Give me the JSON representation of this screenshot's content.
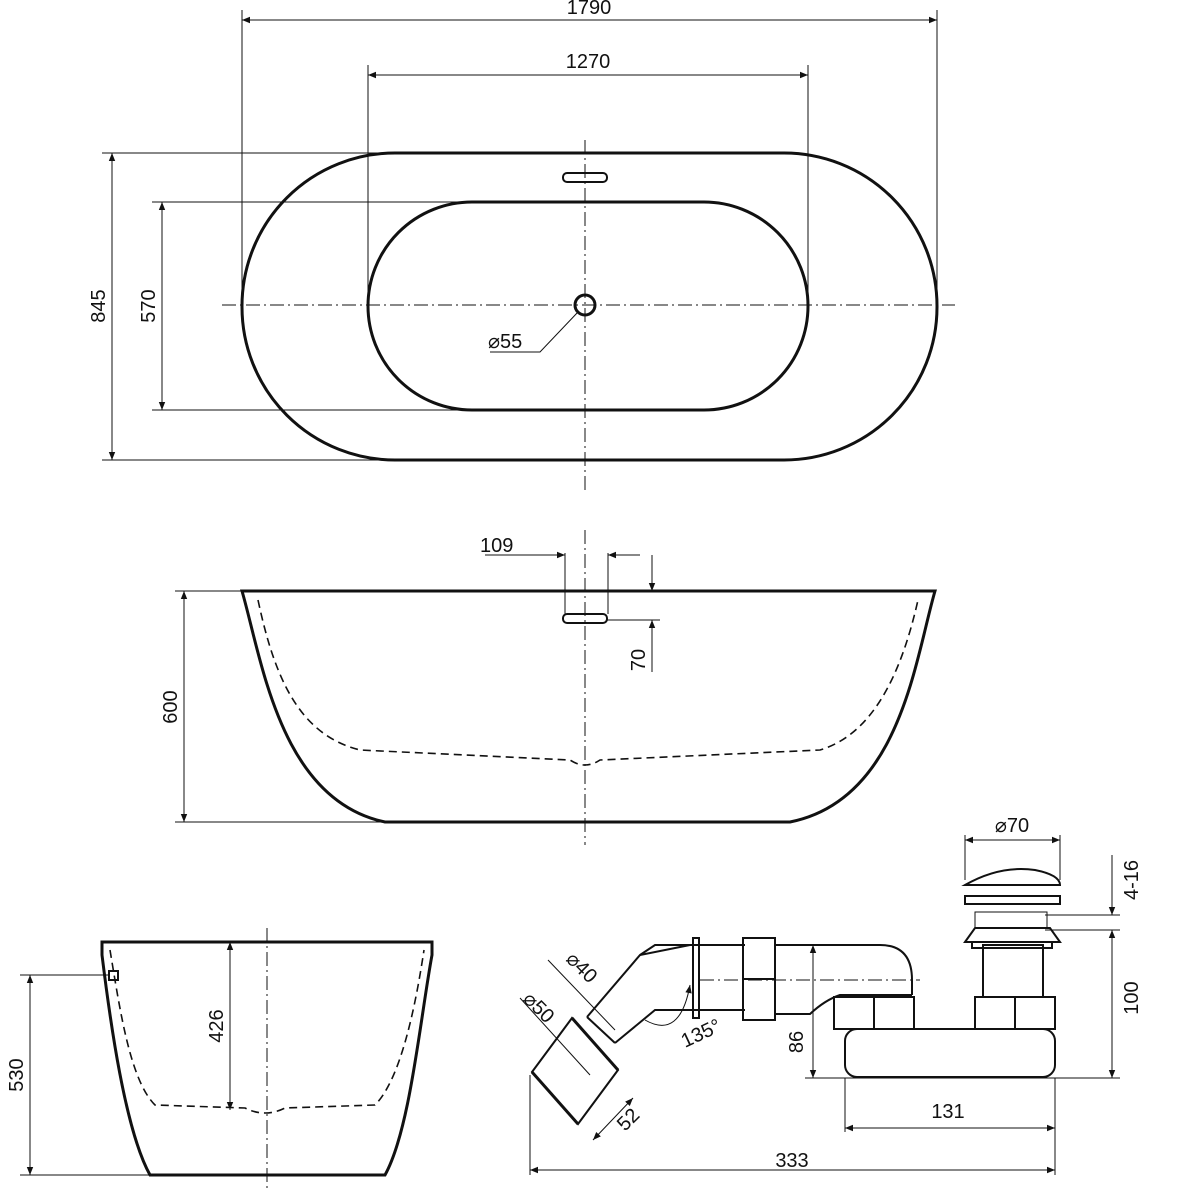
{
  "drawing": {
    "top_view": {
      "overall_length": "1790",
      "inner_length": "1270",
      "overall_width": "845",
      "inner_width": "570",
      "drain_diameter": "⌀55"
    },
    "side_view": {
      "overflow_offset": "109",
      "overflow_depth": "70",
      "height": "600"
    },
    "end_view": {
      "height_with_legs": "530",
      "inner_depth": "426"
    },
    "drain_assembly": {
      "plug_diameter": "⌀70",
      "plug_travel": "4-16",
      "height": "100",
      "outlet_height": "86",
      "trap_length": "131",
      "total_length": "333",
      "pipe_diameter_40": "⌀40",
      "pipe_diameter_50": "⌀50",
      "outlet_length": "52",
      "angle": "135°"
    }
  }
}
